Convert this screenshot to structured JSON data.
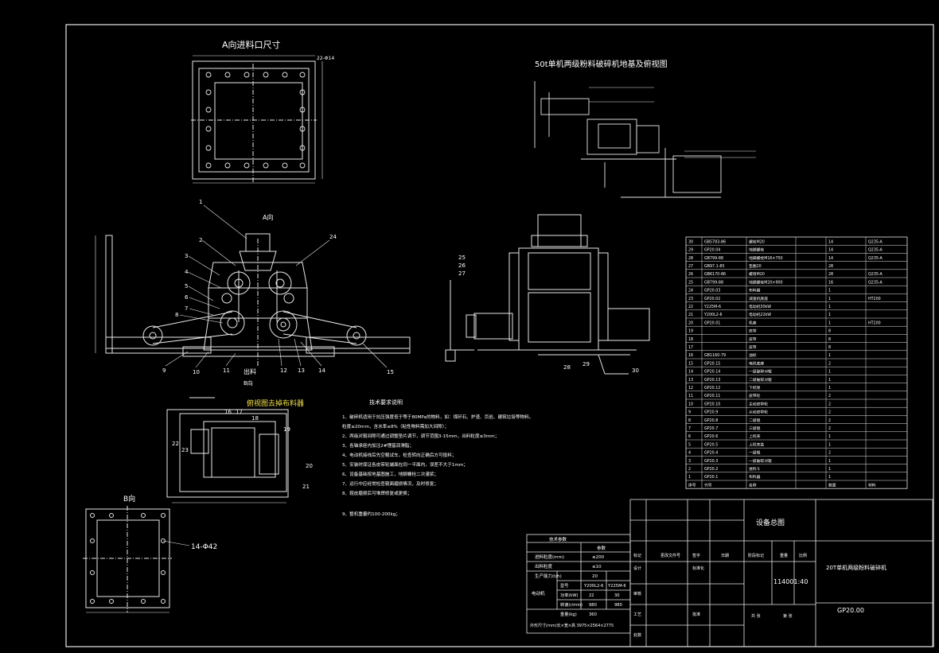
{
  "views": {
    "a_view_title": "A向进料口尺寸",
    "plan_title": "50t单机两级粉料破碎机地基及俯视图",
    "side_title": "俯视图去掉布料器",
    "b_view_title": "B向",
    "a_arrow": "A向",
    "b_arrow": "B向",
    "outlet": "出料",
    "hole_note_a": "22-Φ14",
    "hole_note_b": "14-Φ42"
  },
  "balloons": [
    "1",
    "2",
    "3",
    "4",
    "5",
    "6",
    "7",
    "8",
    "9",
    "10",
    "11",
    "12",
    "13",
    "14",
    "15",
    "16",
    "17",
    "18",
    "19",
    "20",
    "21",
    "22",
    "23",
    "24",
    "25",
    "26",
    "27",
    "28",
    "29",
    "30"
  ],
  "tech": {
    "title": "技术要求说明",
    "lines": [
      "1、破碎机适用于抗压强度低于等于80MPa的物料，如：煤矸石、炉渣、页岩、建筑垃圾等物料。",
      "   粒度≤20mm，含水率≤8%（粘性物料需加大间隙）；",
      "2、两级对辊间隙可通过调整垫片调节，调节范围3-15mm，出料粒度≤3mm；",
      "3、各轴承座内加注2#锂基润滑脂；",
      "4、电动机接线后先空载试车，检查转向正确后方可投料；",
      "5、安装时保证各皮带轮端面在同一平面内，误差不大于1mm；",
      "6、设备基础按地基图施工，地脚螺栓二次灌浆；",
      "7、运行中应经常检查辊面磨损情况，及时修复；",
      "8、辊皮磨损后可堆焊修复或更换；",
      "9、整机重量约100-200kg；"
    ]
  },
  "bom": {
    "rows": [
      [
        "30",
        "GB5783-86",
        "螺栓M20",
        "14",
        "Q235-A"
      ],
      [
        "29",
        "GP20.04",
        "地脚螺栓",
        "14",
        "Q235-A"
      ],
      [
        "28",
        "GB799-88",
        "地脚螺栓M16×750",
        "14",
        "Q235-A"
      ],
      [
        "27",
        "GB97.1-85",
        "垫圈20",
        "28",
        ""
      ],
      [
        "26",
        "GB6170-86",
        "螺母M20",
        "28",
        "Q235-A"
      ],
      [
        "25",
        "GB799-88",
        "地脚螺栓M20×900",
        "16",
        "Q235-A"
      ],
      [
        "24",
        "GP20.03",
        "布料器",
        "1",
        ""
      ],
      [
        "23",
        "GP20.02",
        "减速机底座",
        "1",
        "HT200"
      ],
      [
        "22",
        "Y225M-6",
        "电动机30kW",
        "1",
        ""
      ],
      [
        "21",
        "Y200L2-6",
        "电动机22kW",
        "1",
        ""
      ],
      [
        "20",
        "GP20.01",
        "机座",
        "1",
        "HT200"
      ],
      [
        "19",
        "",
        "皮带",
        "8",
        ""
      ],
      [
        "18",
        "",
        "皮带",
        "8",
        ""
      ],
      [
        "17",
        "",
        "皮带",
        "8",
        ""
      ],
      [
        "16",
        "GB1160-79",
        "油标",
        "1",
        ""
      ],
      [
        "15",
        "GP20.15",
        "电机底座",
        "2",
        ""
      ],
      [
        "14",
        "GP20.14",
        "一级破碎对辊",
        "1",
        ""
      ],
      [
        "13",
        "GP20.13",
        "二级破碎对辊",
        "1",
        ""
      ],
      [
        "12",
        "GP20.12",
        "下机架",
        "1",
        ""
      ],
      [
        "11",
        "GP20.11",
        "皮带轮",
        "2",
        ""
      ],
      [
        "10",
        "GP20.10",
        "主动皮带轮",
        "2",
        ""
      ],
      [
        "9",
        "GP20.9",
        "从动皮带轮",
        "2",
        ""
      ],
      [
        "8",
        "GP20.8",
        "二级辊",
        "2",
        ""
      ],
      [
        "7",
        "GP20.7",
        "三级辊",
        "2",
        ""
      ],
      [
        "6",
        "GP20.6",
        "上机壳",
        "1",
        ""
      ],
      [
        "5",
        "GP20.5",
        "上机壳盖",
        "1",
        ""
      ],
      [
        "4",
        "GP20.4",
        "一级辊",
        "2",
        ""
      ],
      [
        "3",
        "GP20.3",
        "一级破碎对辊",
        "1",
        ""
      ],
      [
        "2",
        "GP20.2",
        "进料斗",
        "1",
        ""
      ],
      [
        "1",
        "GP20.1",
        "布料器",
        "1",
        ""
      ]
    ],
    "footer": [
      "序号",
      "代号",
      "名称",
      "数量",
      "材料"
    ]
  },
  "params": {
    "title": "技术参数",
    "col_head": "参数",
    "rows": [
      [
        "进料粒度(mm)",
        "≤200"
      ],
      [
        "出料粒度",
        "≤10"
      ],
      [
        "生产能力(t/h)",
        "20"
      ]
    ],
    "motor_head": "电动机",
    "motor_rows": [
      [
        "型号",
        "Y200L2-6",
        "Y225M-6"
      ],
      [
        "功率(kW)",
        "22",
        "30"
      ],
      [
        "转速(r/min)",
        "980",
        "980"
      ],
      [
        "重量(kg)",
        "360",
        ""
      ]
    ],
    "footer": "外形尺寸(mm)长×宽×高 3975×2564×2775"
  },
  "title_block": {
    "drawing_name": "设备总图",
    "product_name": "20T单机两级粉料破碎机",
    "drawing_no": "GP20.00",
    "scale_text": "114001:40",
    "cells": [
      "标记",
      "处数",
      "更改文件号",
      "签字",
      "日期",
      "设计",
      "标准化",
      "审核",
      "工艺",
      "批准",
      "阶段标记",
      "重量",
      "比例",
      "共 张",
      "第 张"
    ]
  }
}
